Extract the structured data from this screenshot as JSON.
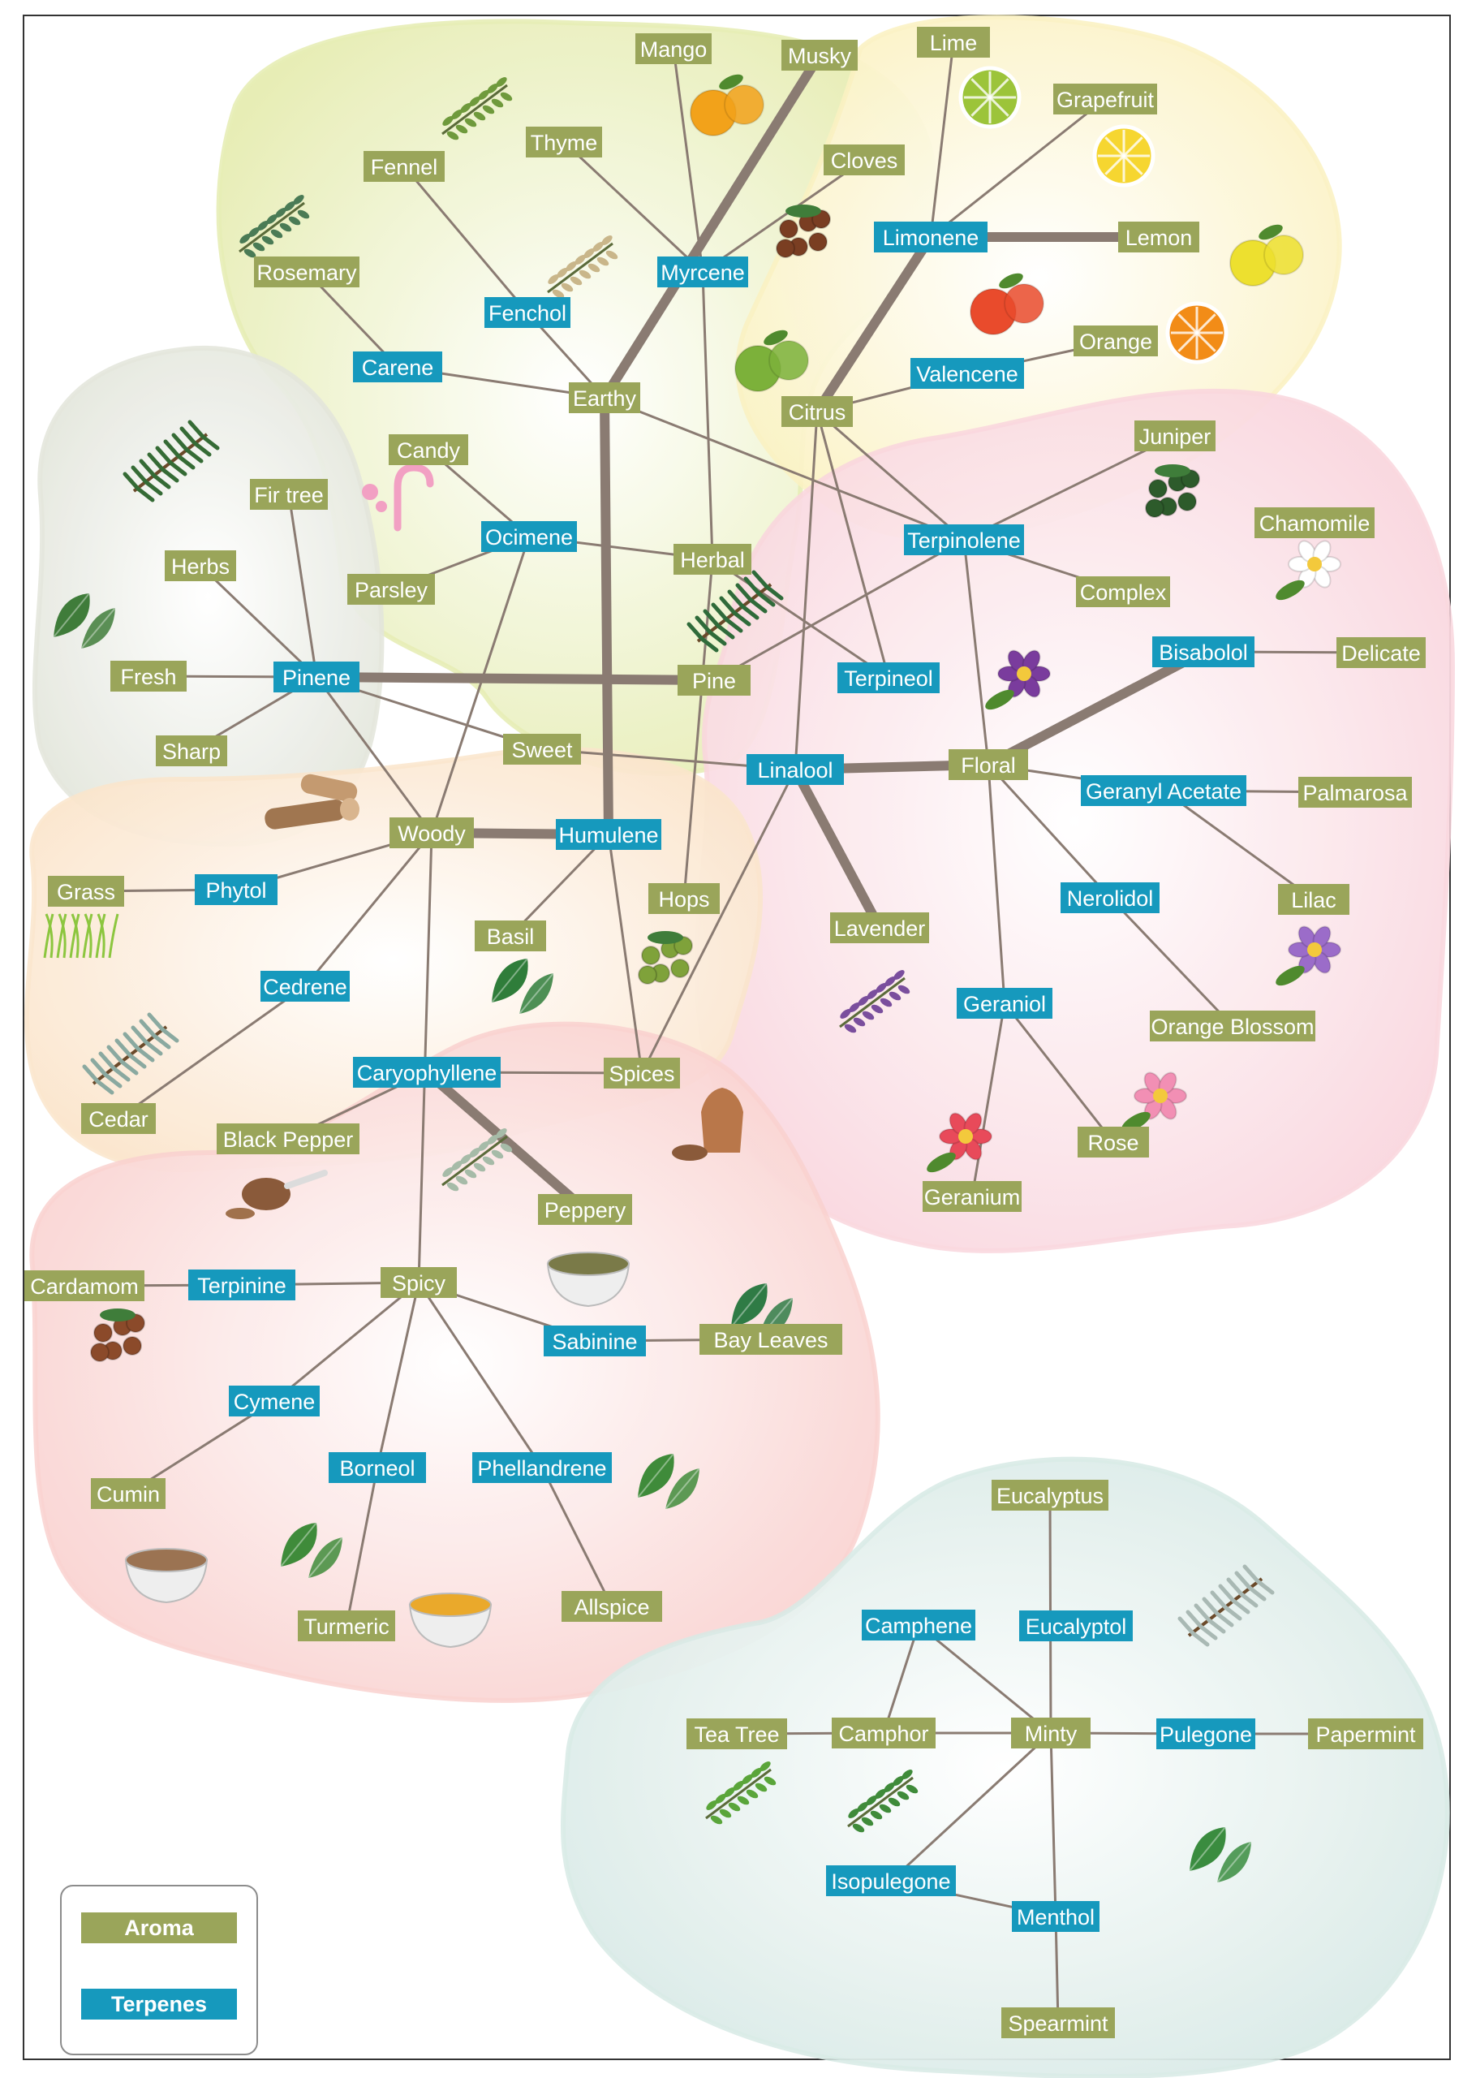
{
  "colors": {
    "aroma": "#9aa55a",
    "terpene": "#1699bd",
    "link": "#8a7b72",
    "region_citrus": "#fbf2c2",
    "region_herbal": "#e6edb2",
    "region_forest": "#e3e6dc",
    "region_woody": "#fbe5cc",
    "region_floral": "#f9d6de",
    "region_spicy": "#f9d1cf",
    "region_minty": "#d8eae6"
  },
  "legend": {
    "aroma": "Aroma",
    "terpene": "Terpenes"
  },
  "regions": [
    {
      "id": "herbal",
      "color": "region_herbal",
      "shape": "herbal"
    },
    {
      "id": "citrus",
      "color": "region_citrus",
      "shape": "citrus"
    },
    {
      "id": "forest",
      "color": "region_forest",
      "shape": "forest"
    },
    {
      "id": "floral",
      "color": "region_floral",
      "shape": "floral"
    },
    {
      "id": "woody",
      "color": "region_woody",
      "shape": "woody"
    },
    {
      "id": "spicy",
      "color": "region_spicy",
      "shape": "spicy"
    },
    {
      "id": "minty",
      "color": "region_minty",
      "shape": "minty"
    }
  ],
  "nodes": [
    {
      "id": "mango",
      "label": "Mango",
      "type": "aroma"
    },
    {
      "id": "musky",
      "label": "Musky",
      "type": "aroma"
    },
    {
      "id": "lime",
      "label": "Lime",
      "type": "aroma"
    },
    {
      "id": "grapefruit",
      "label": "Grapefruit",
      "type": "aroma"
    },
    {
      "id": "thyme",
      "label": "Thyme",
      "type": "aroma"
    },
    {
      "id": "fennel",
      "label": "Fennel",
      "type": "aroma"
    },
    {
      "id": "cloves",
      "label": "Cloves",
      "type": "aroma"
    },
    {
      "id": "limonene",
      "label": "Limonene",
      "type": "terpene"
    },
    {
      "id": "lemon",
      "label": "Lemon",
      "type": "aroma"
    },
    {
      "id": "rosemary",
      "label": "Rosemary",
      "type": "aroma"
    },
    {
      "id": "myrcene",
      "label": "Myrcene",
      "type": "terpene"
    },
    {
      "id": "fenchol",
      "label": "Fenchol",
      "type": "terpene"
    },
    {
      "id": "orange",
      "label": "Orange",
      "type": "aroma"
    },
    {
      "id": "valencene",
      "label": "Valencene",
      "type": "terpene"
    },
    {
      "id": "carene",
      "label": "Carene",
      "type": "terpene"
    },
    {
      "id": "earthy",
      "label": "Earthy",
      "type": "aroma"
    },
    {
      "id": "citrus",
      "label": "Citrus",
      "type": "aroma"
    },
    {
      "id": "juniper",
      "label": "Juniper",
      "type": "aroma"
    },
    {
      "id": "candy",
      "label": "Candy",
      "type": "aroma"
    },
    {
      "id": "firtree",
      "label": "Fir tree",
      "type": "aroma"
    },
    {
      "id": "chamomile",
      "label": "Chamomile",
      "type": "aroma"
    },
    {
      "id": "ocimene",
      "label": "Ocimene",
      "type": "terpene"
    },
    {
      "id": "terpinolene",
      "label": "Terpinolene",
      "type": "terpene"
    },
    {
      "id": "herbs",
      "label": "Herbs",
      "type": "aroma"
    },
    {
      "id": "herbal",
      "label": "Herbal",
      "type": "aroma"
    },
    {
      "id": "parsley",
      "label": "Parsley",
      "type": "aroma"
    },
    {
      "id": "complex",
      "label": "Complex",
      "type": "aroma"
    },
    {
      "id": "bisabolol",
      "label": "Bisabolol",
      "type": "terpene"
    },
    {
      "id": "delicate",
      "label": "Delicate",
      "type": "aroma"
    },
    {
      "id": "fresh",
      "label": "Fresh",
      "type": "aroma"
    },
    {
      "id": "pinene",
      "label": "Pinene",
      "type": "terpene"
    },
    {
      "id": "pine",
      "label": "Pine",
      "type": "aroma"
    },
    {
      "id": "terpineol",
      "label": "Terpineol",
      "type": "terpene"
    },
    {
      "id": "sharp",
      "label": "Sharp",
      "type": "aroma"
    },
    {
      "id": "sweet",
      "label": "Sweet",
      "type": "aroma"
    },
    {
      "id": "linalool",
      "label": "Linalool",
      "type": "terpene"
    },
    {
      "id": "floral",
      "label": "Floral",
      "type": "aroma"
    },
    {
      "id": "geranyl",
      "label": "Geranyl Acetate",
      "type": "terpene"
    },
    {
      "id": "palmarosa",
      "label": "Palmarosa",
      "type": "aroma"
    },
    {
      "id": "woody",
      "label": "Woody",
      "type": "aroma"
    },
    {
      "id": "humulene",
      "label": "Humulene",
      "type": "terpene"
    },
    {
      "id": "grass",
      "label": "Grass",
      "type": "aroma"
    },
    {
      "id": "phytol",
      "label": "Phytol",
      "type": "terpene"
    },
    {
      "id": "hops",
      "label": "Hops",
      "type": "aroma"
    },
    {
      "id": "nerolidol",
      "label": "Nerolidol",
      "type": "terpene"
    },
    {
      "id": "lilac",
      "label": "Lilac",
      "type": "aroma"
    },
    {
      "id": "lavender",
      "label": "Lavender",
      "type": "aroma"
    },
    {
      "id": "basil",
      "label": "Basil",
      "type": "aroma"
    },
    {
      "id": "cedrene",
      "label": "Cedrene",
      "type": "terpene"
    },
    {
      "id": "geraniol",
      "label": "Geraniol",
      "type": "terpene"
    },
    {
      "id": "orangeblossom",
      "label": "Orange Blossom",
      "type": "aroma"
    },
    {
      "id": "caryophyllene",
      "label": "Caryophyllene",
      "type": "terpene"
    },
    {
      "id": "spices",
      "label": "Spices",
      "type": "aroma"
    },
    {
      "id": "cedar",
      "label": "Cedar",
      "type": "aroma"
    },
    {
      "id": "blackpepper",
      "label": "Black Pepper",
      "type": "aroma"
    },
    {
      "id": "rose",
      "label": "Rose",
      "type": "aroma"
    },
    {
      "id": "geranium",
      "label": "Geranium",
      "type": "aroma"
    },
    {
      "id": "peppery",
      "label": "Peppery",
      "type": "aroma"
    },
    {
      "id": "cardamom",
      "label": "Cardamom",
      "type": "aroma"
    },
    {
      "id": "terpinine",
      "label": "Terpinine",
      "type": "terpene"
    },
    {
      "id": "spicy",
      "label": "Spicy",
      "type": "aroma"
    },
    {
      "id": "sabinine",
      "label": "Sabinine",
      "type": "terpene"
    },
    {
      "id": "bayleaves",
      "label": "Bay Leaves",
      "type": "aroma"
    },
    {
      "id": "cymene",
      "label": "Cymene",
      "type": "terpene"
    },
    {
      "id": "cumin",
      "label": "Cumin",
      "type": "aroma"
    },
    {
      "id": "borneol",
      "label": "Borneol",
      "type": "terpene"
    },
    {
      "id": "phellandrene",
      "label": "Phellandrene",
      "type": "terpene"
    },
    {
      "id": "eucalyptus",
      "label": "Eucalyptus",
      "type": "aroma"
    },
    {
      "id": "allspice",
      "label": "Allspice",
      "type": "aroma"
    },
    {
      "id": "turmeric",
      "label": "Turmeric",
      "type": "aroma"
    },
    {
      "id": "camphene",
      "label": "Camphene",
      "type": "terpene"
    },
    {
      "id": "eucalyptol",
      "label": "Eucalyptol",
      "type": "terpene"
    },
    {
      "id": "teatree",
      "label": "Tea Tree",
      "type": "aroma"
    },
    {
      "id": "camphor",
      "label": "Camphor",
      "type": "aroma"
    },
    {
      "id": "minty",
      "label": "Minty",
      "type": "aroma"
    },
    {
      "id": "pulegone",
      "label": "Pulegone",
      "type": "terpene"
    },
    {
      "id": "papermint",
      "label": "Papermint",
      "type": "aroma"
    },
    {
      "id": "isopulegone",
      "label": "Isopulegone",
      "type": "terpene"
    },
    {
      "id": "menthol",
      "label": "Menthol",
      "type": "terpene"
    },
    {
      "id": "spearmint",
      "label": "Spearmint",
      "type": "aroma"
    }
  ],
  "links": [
    {
      "from": "earthy",
      "to": "musky",
      "strong": true
    },
    {
      "from": "earthy",
      "to": "humulene",
      "strong": true
    },
    {
      "from": "pinene",
      "to": "pine",
      "strong": true
    },
    {
      "from": "woody",
      "to": "humulene",
      "strong": true
    },
    {
      "from": "limonene",
      "to": "lemon",
      "strong": true
    },
    {
      "from": "limonene",
      "to": "citrus",
      "strong": true
    },
    {
      "from": "linalool",
      "to": "floral",
      "strong": true
    },
    {
      "from": "linalool",
      "to": "lavender",
      "strong": true
    },
    {
      "from": "bisabolol",
      "to": "floral",
      "strong": true
    },
    {
      "from": "caryophyllene",
      "to": "peppery",
      "strong": true
    },
    {
      "from": "myrcene",
      "to": "mango"
    },
    {
      "from": "myrcene",
      "to": "thyme"
    },
    {
      "from": "myrcene",
      "to": "cloves"
    },
    {
      "from": "myrcene",
      "to": "herbal"
    },
    {
      "from": "fennel",
      "to": "fenchol"
    },
    {
      "from": "fenchol",
      "to": "earthy"
    },
    {
      "from": "rosemary",
      "to": "carene"
    },
    {
      "from": "carene",
      "to": "earthy"
    },
    {
      "from": "earthy",
      "to": "terpinolene"
    },
    {
      "from": "limonene",
      "to": "lime"
    },
    {
      "from": "limonene",
      "to": "grapefruit"
    },
    {
      "from": "orange",
      "to": "valencene"
    },
    {
      "from": "valencene",
      "to": "citrus"
    },
    {
      "from": "citrus",
      "to": "linalool"
    },
    {
      "from": "citrus",
      "to": "terpinolene"
    },
    {
      "from": "citrus",
      "to": "terpineol"
    },
    {
      "from": "terpinolene",
      "to": "juniper"
    },
    {
      "from": "terpinolene",
      "to": "complex"
    },
    {
      "from": "terpinolene",
      "to": "floral"
    },
    {
      "from": "terpinolene",
      "to": "pine"
    },
    {
      "from": "candy",
      "to": "ocimene"
    },
    {
      "from": "parsley",
      "to": "ocimene"
    },
    {
      "from": "ocimene",
      "to": "herbal"
    },
    {
      "from": "ocimene",
      "to": "woody"
    },
    {
      "from": "herbal",
      "to": "terpineol"
    },
    {
      "from": "herbal",
      "to": "hops"
    },
    {
      "from": "firtree",
      "to": "pinene"
    },
    {
      "from": "herbs",
      "to": "pinene"
    },
    {
      "from": "fresh",
      "to": "pinene"
    },
    {
      "from": "sharp",
      "to": "pinene"
    },
    {
      "from": "pinene",
      "to": "sweet"
    },
    {
      "from": "pinene",
      "to": "woody"
    },
    {
      "from": "sweet",
      "to": "linalool"
    },
    {
      "from": "bisabolol",
      "to": "delicate"
    },
    {
      "from": "floral",
      "to": "geranyl"
    },
    {
      "from": "geranyl",
      "to": "palmarosa"
    },
    {
      "from": "geranyl",
      "to": "lilac"
    },
    {
      "from": "floral",
      "to": "nerolidol"
    },
    {
      "from": "nerolidol",
      "to": "orangeblossom"
    },
    {
      "from": "floral",
      "to": "geraniol"
    },
    {
      "from": "geraniol",
      "to": "rose"
    },
    {
      "from": "geraniol",
      "to": "geranium"
    },
    {
      "from": "grass",
      "to": "phytol"
    },
    {
      "from": "phytol",
      "to": "woody"
    },
    {
      "from": "humulene",
      "to": "basil"
    },
    {
      "from": "humulene",
      "to": "spices"
    },
    {
      "from": "woody",
      "to": "cedrene"
    },
    {
      "from": "cedrene",
      "to": "cedar"
    },
    {
      "from": "woody",
      "to": "spicy"
    },
    {
      "from": "caryophyllene",
      "to": "spices"
    },
    {
      "from": "linalool",
      "to": "spices"
    },
    {
      "from": "caryophyllene",
      "to": "blackpepper"
    },
    {
      "from": "cardamom",
      "to": "terpinine"
    },
    {
      "from": "terpinine",
      "to": "spicy"
    },
    {
      "from": "spicy",
      "to": "sabinine"
    },
    {
      "from": "sabinine",
      "to": "bayleaves"
    },
    {
      "from": "spicy",
      "to": "cymene"
    },
    {
      "from": "cymene",
      "to": "cumin"
    },
    {
      "from": "spicy",
      "to": "borneol"
    },
    {
      "from": "borneol",
      "to": "turmeric"
    },
    {
      "from": "spicy",
      "to": "phellandrene"
    },
    {
      "from": "phellandrene",
      "to": "allspice"
    },
    {
      "from": "eucalyptus",
      "to": "minty"
    },
    {
      "from": "camphene",
      "to": "camphor"
    },
    {
      "from": "camphene",
      "to": "minty"
    },
    {
      "from": "teatree",
      "to": "camphor"
    },
    {
      "from": "camphor",
      "to": "minty"
    },
    {
      "from": "minty",
      "to": "pulegone"
    },
    {
      "from": "pulegone",
      "to": "papermint"
    },
    {
      "from": "minty",
      "to": "isopulegone"
    },
    {
      "from": "isopulegone",
      "to": "menthol"
    },
    {
      "from": "minty",
      "to": "menthol"
    },
    {
      "from": "menthol",
      "to": "spearmint"
    }
  ],
  "illustrations": [
    {
      "name": "thyme-illustration",
      "icon": "thyme-sprig-icon",
      "near": "thyme"
    },
    {
      "name": "mango-illustration",
      "icon": "mango-icon",
      "near": "mango"
    },
    {
      "name": "lime-illustration",
      "icon": "lime-slice-icon",
      "near": "lime"
    },
    {
      "name": "grapefruit-illustration",
      "icon": "grapefruit-icon",
      "near": "grapefruit"
    },
    {
      "name": "cloves-illustration",
      "icon": "cloves-icon",
      "near": "cloves"
    },
    {
      "name": "rosemary-illustration",
      "icon": "rosemary-icon",
      "near": "rosemary"
    },
    {
      "name": "lemongrass-illustration",
      "icon": "lemongrass-icon",
      "near": "fennel"
    },
    {
      "name": "lemon-illustration",
      "icon": "lemon-icon",
      "near": "lemon"
    },
    {
      "name": "citrus-mix-illustration",
      "icon": "citrus-fruits-icon",
      "near": "limonene"
    },
    {
      "name": "orange-illustration",
      "icon": "orange-slice-icon",
      "near": "orange"
    },
    {
      "name": "limes-illustration",
      "icon": "limes-icon",
      "near": "citrus"
    },
    {
      "name": "fir-illustration",
      "icon": "fir-branch-icon",
      "near": "firtree"
    },
    {
      "name": "candy-illustration",
      "icon": "candy-cane-icon",
      "near": "candy"
    },
    {
      "name": "juniper-illustration",
      "icon": "juniper-berry-icon",
      "near": "juniper"
    },
    {
      "name": "chamomile-illustration",
      "icon": "chamomile-icon",
      "near": "chamomile"
    },
    {
      "name": "parsley-illustration",
      "icon": "parsley-leaf-icon",
      "near": "herbs"
    },
    {
      "name": "pine-illustration",
      "icon": "pine-branch-icon",
      "near": "herbal"
    },
    {
      "name": "violet-illustration",
      "icon": "violet-flower-icon",
      "near": "bisabolol"
    },
    {
      "name": "wood-illustration",
      "icon": "wood-logs-icon",
      "near": "woody"
    },
    {
      "name": "grass-illustration",
      "icon": "grass-icon",
      "near": "grass"
    },
    {
      "name": "hops-illustration",
      "icon": "hops-icon",
      "near": "hops"
    },
    {
      "name": "basil-illustration",
      "icon": "basil-leaf-icon",
      "near": "basil"
    },
    {
      "name": "lilac-illustration",
      "icon": "lilac-icon",
      "near": "lilac"
    },
    {
      "name": "lavender-illustration",
      "icon": "lavender-icon",
      "near": "lavender"
    },
    {
      "name": "cedar-illustration",
      "icon": "cedar-branch-icon",
      "near": "cedar"
    },
    {
      "name": "spice-jar-illustration",
      "icon": "spice-jar-icon",
      "near": "spices"
    },
    {
      "name": "rose-illustration",
      "icon": "rose-flower-icon",
      "near": "rose"
    },
    {
      "name": "pepper-spoon-illustration",
      "icon": "pepper-spoon-icon",
      "near": "blackpepper"
    },
    {
      "name": "sage-illustration",
      "icon": "sage-sprig-icon",
      "near": "caryophyllene"
    },
    {
      "name": "geranium-illustration",
      "icon": "geranium-icon",
      "near": "geranium"
    },
    {
      "name": "peppery-bowl-illustration",
      "icon": "spice-bowl-icon",
      "near": "peppery"
    },
    {
      "name": "bay-leaves-illustration",
      "icon": "bay-leaf-icon",
      "near": "bayleaves"
    },
    {
      "name": "cinnamon-illustration",
      "icon": "cinnamon-star-anise-icon",
      "near": "cardamom"
    },
    {
      "name": "cumin-illustration",
      "icon": "cumin-bowl-icon",
      "near": "cumin"
    },
    {
      "name": "borneol-illustration",
      "icon": "berry-leaf-icon",
      "near": "borneol"
    },
    {
      "name": "coriander-illustration",
      "icon": "coriander-leaf-icon",
      "near": "phellandrene"
    },
    {
      "name": "turmeric-illustration",
      "icon": "turmeric-bowl-icon",
      "near": "turmeric"
    },
    {
      "name": "eucalyptus-illustration",
      "icon": "eucalyptus-branch-icon",
      "near": "eucalyptol"
    },
    {
      "name": "tea-tree-illustration",
      "icon": "tea-tree-leaf-icon",
      "near": "teatree"
    },
    {
      "name": "camphor-illustration",
      "icon": "camphor-sprig-icon",
      "near": "camphor"
    },
    {
      "name": "mint-illustration",
      "icon": "mint-leaves-icon",
      "near": "menthol"
    }
  ]
}
